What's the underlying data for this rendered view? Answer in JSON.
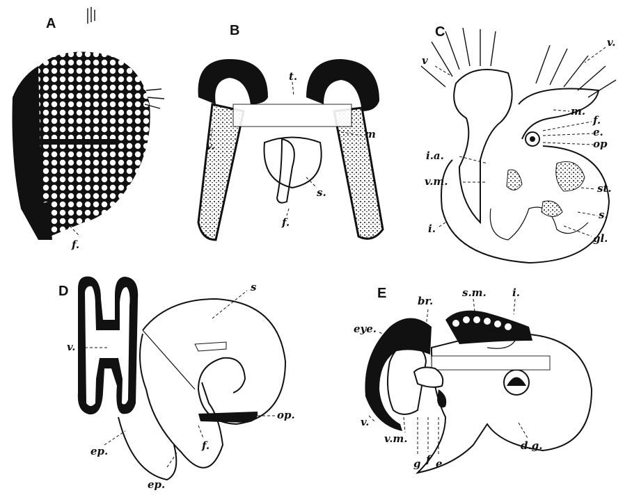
{
  "panels": {
    "A": {
      "letter": "A",
      "labels": [
        "f."
      ]
    },
    "B": {
      "letter": "B",
      "labels": [
        "t.",
        "v.",
        "m",
        "s.",
        "f."
      ]
    },
    "C": {
      "letter": "C",
      "labels": [
        "v",
        "v.",
        "m.",
        "f.",
        "e.",
        "op",
        "i.a.",
        "v.m.",
        "st.",
        "s.",
        "i.",
        "gl."
      ]
    },
    "D": {
      "letter": "D",
      "labels": [
        "s",
        "v.",
        "op.",
        "f.",
        "ep.",
        "ep."
      ]
    },
    "E": {
      "letter": "E",
      "labels": [
        "br.",
        "s.m.",
        "i.",
        "eye.",
        "v.",
        "v.m.",
        "g",
        "f",
        "e",
        "d.g."
      ]
    }
  }
}
